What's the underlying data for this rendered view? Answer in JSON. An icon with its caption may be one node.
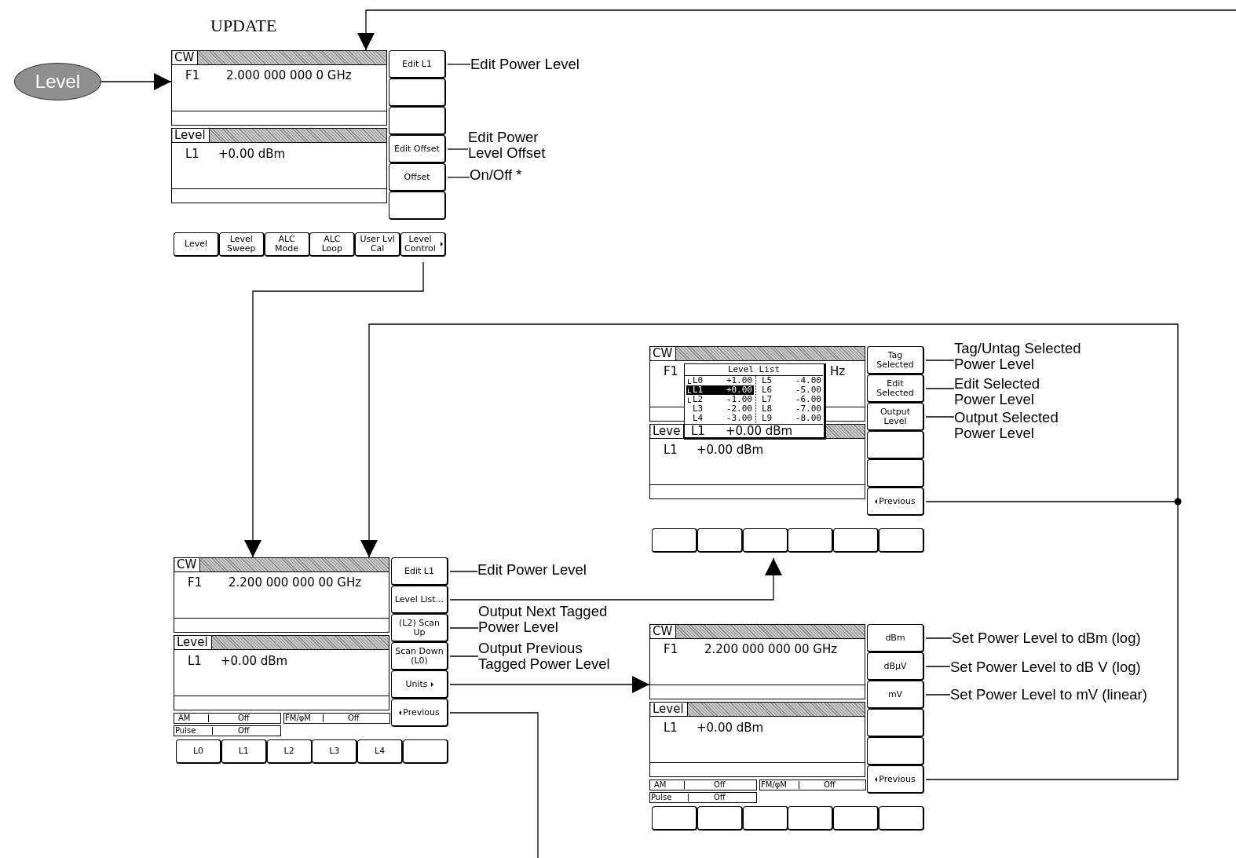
{
  "diagram": {
    "nodes": [
      {
        "text": [
          "Level"
        ]
      },
      {
        "text": [
          "CW",
          "F1",
          "2.000 000 000 0 GHz",
          "Level",
          "L1",
          "+0.00 dBm"
        ]
      },
      {
        "text": [
          "Edit L1"
        ],
        "in": 1
      },
      {
        "text": [],
        "shape": "box",
        "in": 1
      },
      {
        "text": [],
        "shape": "box",
        "in": 1
      },
      {
        "text": [
          "Edit Offset"
        ],
        "in": 1
      },
      {
        "text": [
          "Offset"
        ],
        "in": 1
      },
      {
        "text": [],
        "shape": "box",
        "in": 1
      },
      {
        "text": [
          "Level"
        ],
        "in": 1
      },
      {
        "text": [
          "Level Sweep"
        ],
        "in": 1
      },
      {
        "text": [
          "ALC Mode"
        ],
        "in": 1
      },
      {
        "text": [
          "ALC Loop"
        ],
        "in": 1
      },
      {
        "text": [
          "User Lvl Cal"
        ],
        "in": 1
      },
      {
        "text": [
          "Level Control"
        ],
        "in": 1
      },
      {
        "text": [
          "Edit Power Level"
        ]
      },
      {
        "text": [
          "Edit Power Level Offset"
        ]
      },
      {
        "text": [
          "On/Off *"
        ]
      },
      {
        "text": [
          "CW",
          "F1",
          "2.200 000 000 00 GHz",
          "Level",
          "L1",
          "+0.00 dBm",
          "AM",
          "Off",
          "FM/φM",
          "Off",
          "Pulse",
          "Off"
        ]
      },
      {
        "text": [
          "Edit L1"
        ],
        "in": 17
      },
      {
        "text": [
          "Level List..."
        ],
        "in": 17
      },
      {
        "text": [
          "(L2) Scan Up"
        ],
        "in": 17
      },
      {
        "text": [
          "Scan Down (L0)"
        ],
        "in": 17
      },
      {
        "text": [
          "Units"
        ],
        "in": 17
      },
      {
        "text": [
          "Previous"
        ],
        "in": 17
      },
      {
        "text": [
          "L0"
        ],
        "in": 17
      },
      {
        "text": [
          "L1"
        ],
        "in": 17
      },
      {
        "text": [
          "L2"
        ],
        "in": 17
      },
      {
        "text": [
          "L3"
        ],
        "in": 17
      },
      {
        "text": [
          "L4"
        ],
        "in": 17
      },
      {
        "text": [],
        "shape": "box",
        "in": 17
      },
      {
        "text": [
          "Edit Power Level"
        ]
      },
      {
        "text": [
          "Output Next Tagged Power Level"
        ]
      },
      {
        "text": [
          "Output Previous Tagged Power Level"
        ]
      },
      {
        "text": [
          "CW",
          "F1",
          "Hz",
          "Leve",
          "L1",
          "+0.00 dBm"
        ]
      },
      {
        "text": [
          "Tag Selected"
        ],
        "in": 33
      },
      {
        "text": [
          "Edit Selected"
        ],
        "in": 33
      },
      {
        "text": [
          "Output Level"
        ],
        "in": 33
      },
      {
        "text": [],
        "shape": "box",
        "in": 33
      },
      {
        "text": [],
        "shape": "box",
        "in": 33
      },
      {
        "text": [
          "Previous"
        ],
        "in": 33
      },
      {
        "text": [],
        "shape": "box",
        "in": 33
      },
      {
        "text": [],
        "shape": "box",
        "in": 33
      },
      {
        "text": [],
        "shape": "box",
        "in": 33
      },
      {
        "text": [],
        "shape": "box",
        "in": 33
      },
      {
        "text": [],
        "shape": "box",
        "in": 33
      },
      {
        "text": [],
        "shape": "box",
        "in": 33
      },
      {
        "text": [
          "Level List",
          "L0",
          "+1.00",
          "L1",
          "+0.00",
          "L2",
          "-1.00",
          "L3",
          "-2.00",
          "L4",
          "-3.00",
          "L5",
          "-4.00",
          "L6",
          "-5.00",
          "L7",
          "-6.00",
          "L8",
          "-7.00",
          "L9",
          "-8.00",
          "L1",
          "+0.00 dBm"
        ],
        "in": 33
      },
      {
        "text": [
          "Tag/Untag Selected Power Level"
        ]
      },
      {
        "text": [
          "Edit Selected Power Level"
        ]
      },
      {
        "text": [
          "Output Selected Power Level"
        ]
      },
      {
        "text": [
          "CW",
          "F1",
          "2.200 000 000 00 GHz",
          "Level",
          "L1",
          "+0.00 dBm",
          "AM",
          "Off",
          "FM/φM",
          "Off",
          "Pulse",
          "Off"
        ]
      },
      {
        "text": [
          "dBm"
        ],
        "in": 50
      },
      {
        "text": [
          "dBμV"
        ],
        "in": 50
      },
      {
        "text": [
          "mV"
        ],
        "in": 50
      },
      {
        "text": [],
        "shape": "box",
        "in": 50
      },
      {
        "text": [],
        "shape": "box",
        "in": 50
      },
      {
        "text": [
          "Previous"
        ],
        "in": 50
      },
      {
        "text": [],
        "shape": "box",
        "in": 50
      },
      {
        "text": [],
        "shape": "box",
        "in": 50
      },
      {
        "text": [],
        "shape": "box",
        "in": 50
      },
      {
        "text": [],
        "shape": "box",
        "in": 50
      },
      {
        "text": [],
        "shape": "box",
        "in": 50
      },
      {
        "text": [],
        "shape": "box",
        "in": 50
      },
      {
        "text": [
          "Set Power Level to dBm (log)"
        ]
      },
      {
        "text": [
          "Set Power Level to dB V (log)"
        ]
      },
      {
        "text": [
          "Set Power Level to mV (linear)"
        ]
      }
    ],
    "edges": [
      {
        "from": 0,
        "to": 1,
        "arrow": "to"
      },
      {
        "from": null,
        "to": 1,
        "arrow": "to"
      },
      {
        "from": 2,
        "to": 14,
        "arrow": "none"
      },
      {
        "from": 5,
        "to": 15,
        "arrow": "none"
      },
      {
        "from": 6,
        "to": 16,
        "arrow": "none"
      },
      {
        "from": 13,
        "to": 17,
        "arrow": "to"
      },
      {
        "from": 18,
        "to": 30,
        "arrow": "none"
      },
      {
        "from": 19,
        "to": 33,
        "arrow": "to"
      },
      {
        "from": 20,
        "to": 31,
        "arrow": "none"
      },
      {
        "from": 21,
        "to": 32,
        "arrow": "none"
      },
      {
        "from": 22,
        "to": 50,
        "arrow": "to"
      },
      {
        "from": 23,
        "to": null,
        "arrow": "none"
      },
      {
        "from": 34,
        "to": 47,
        "arrow": "none"
      },
      {
        "from": 35,
        "to": 48,
        "arrow": "none"
      },
      {
        "from": 36,
        "to": 49,
        "arrow": "none"
      },
      {
        "from": 39,
        "to": 17,
        "arrow": "to"
      },
      {
        "from": 56,
        "to": 17,
        "arrow": "to"
      },
      {
        "from": 51,
        "to": 63,
        "arrow": "none"
      },
      {
        "from": 52,
        "to": 64,
        "arrow": "none"
      },
      {
        "from": 53,
        "to": 65,
        "arrow": "none"
      }
    ],
    "labels": [
      "UPDATE"
    ]
  }
}
